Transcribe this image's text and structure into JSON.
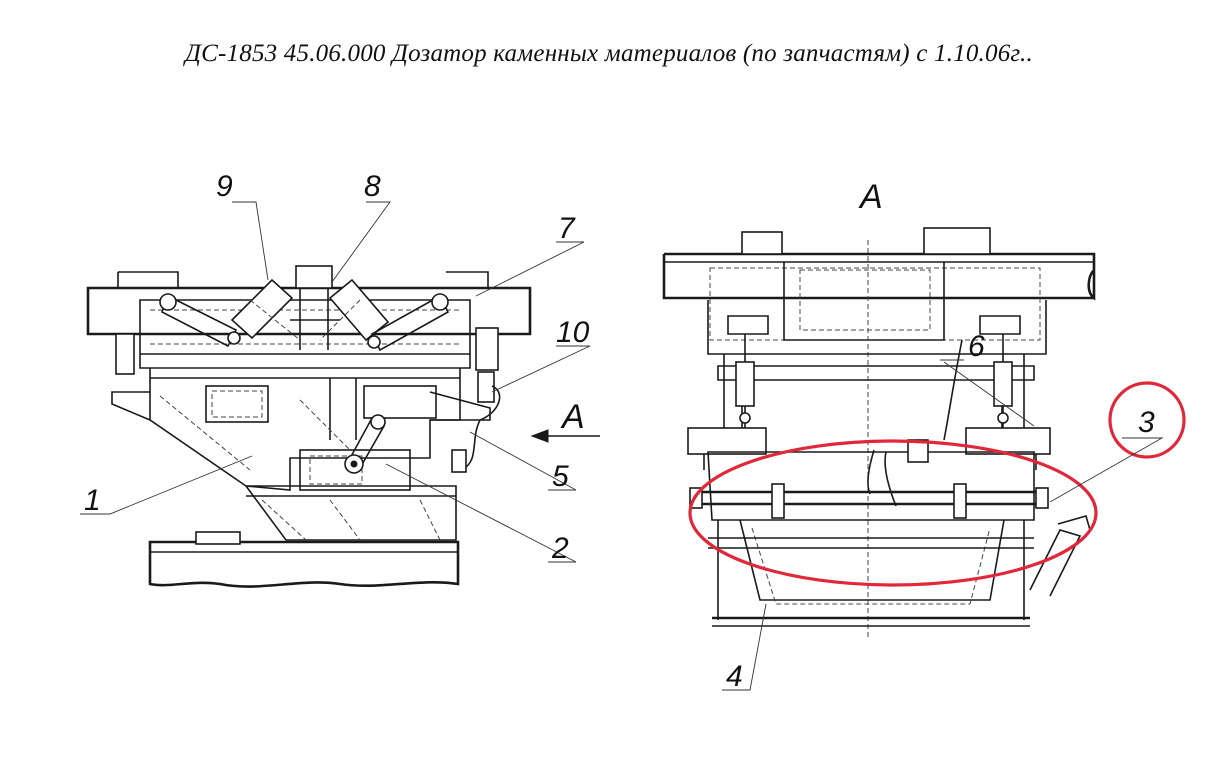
{
  "title": "ДС-1853 45.06.000 Дозатор каменных материалов (по запчастям) с 1.10.06г..",
  "view_label": "A",
  "arrow_label": "A",
  "callouts": {
    "c1": "1",
    "c2": "2",
    "c3": "3",
    "c4": "4",
    "c5": "5",
    "c6": "6",
    "c7": "7",
    "c8": "8",
    "c9": "9",
    "c10": "10"
  },
  "colors": {
    "highlight": "#e0283a",
    "ink": "#1a1a1a"
  }
}
